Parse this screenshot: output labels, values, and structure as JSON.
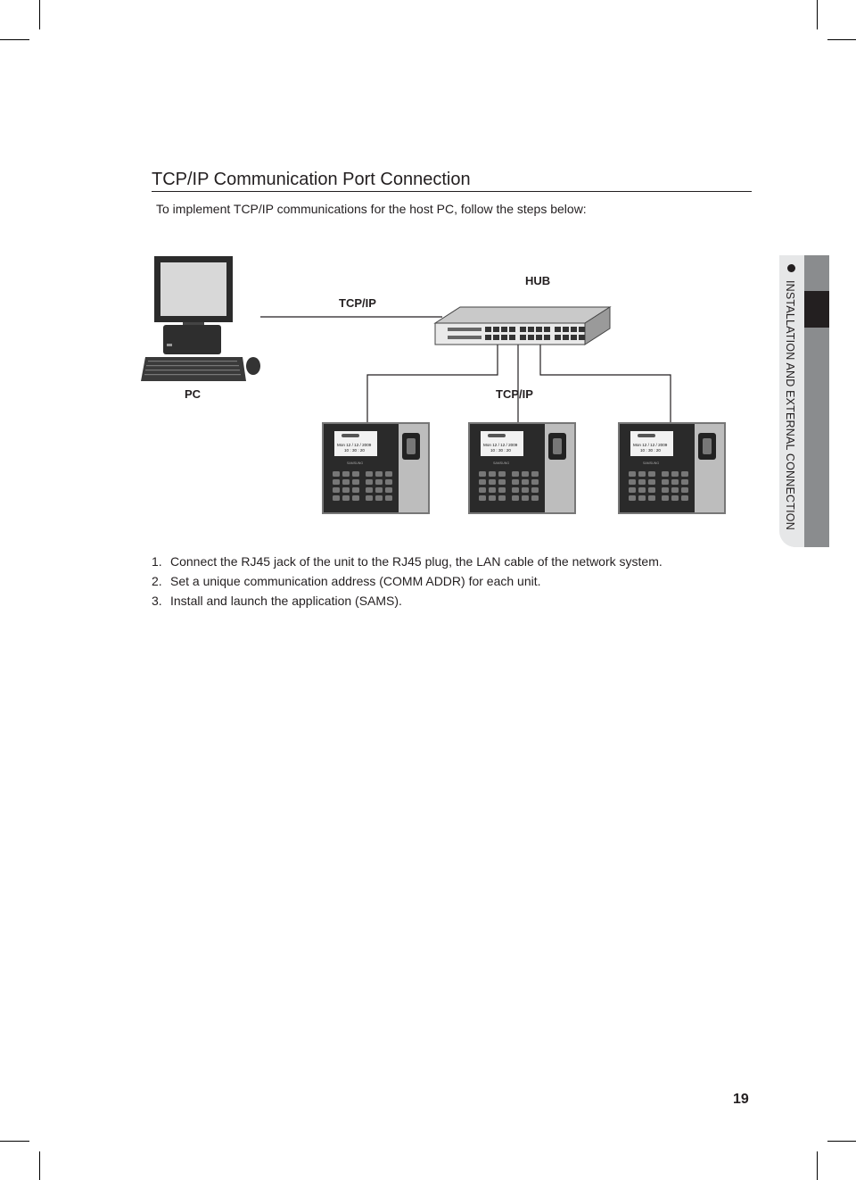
{
  "section": {
    "title": "TCP/IP Communication Port Connection",
    "intro": "To implement TCP/IP communications for the host PC, follow the steps below:"
  },
  "diagram": {
    "hub_label": "HUB",
    "pc_link_label": "TCP/IP",
    "pc_label": "PC",
    "unit_link_label": "TCP/IP",
    "units": [
      {
        "screen_line1": "Mon 12 / 12 / 2009",
        "screen_line2": "10 : 30 : 20",
        "brand": "SAMSUNG"
      },
      {
        "screen_line1": "Mon 12 / 12 / 2009",
        "screen_line2": "10 : 30 : 20",
        "brand": "SAMSUNG"
      },
      {
        "screen_line1": "Mon 12 / 12 / 2009",
        "screen_line2": "10 : 30 : 20",
        "brand": "SAMSUNG"
      }
    ]
  },
  "steps": [
    {
      "num": "1.",
      "text": "Connect the RJ45 jack of the unit to the RJ45 plug, the LAN cable of the network system."
    },
    {
      "num": "2.",
      "text": "Set a unique communication address (COMM ADDR) for each unit."
    },
    {
      "num": "3.",
      "text": "Install and launch the application (SAMS)."
    }
  ],
  "side_tab": {
    "label": "INSTALLATION AND EXTERNAL CONNECTION"
  },
  "page_number": "19"
}
